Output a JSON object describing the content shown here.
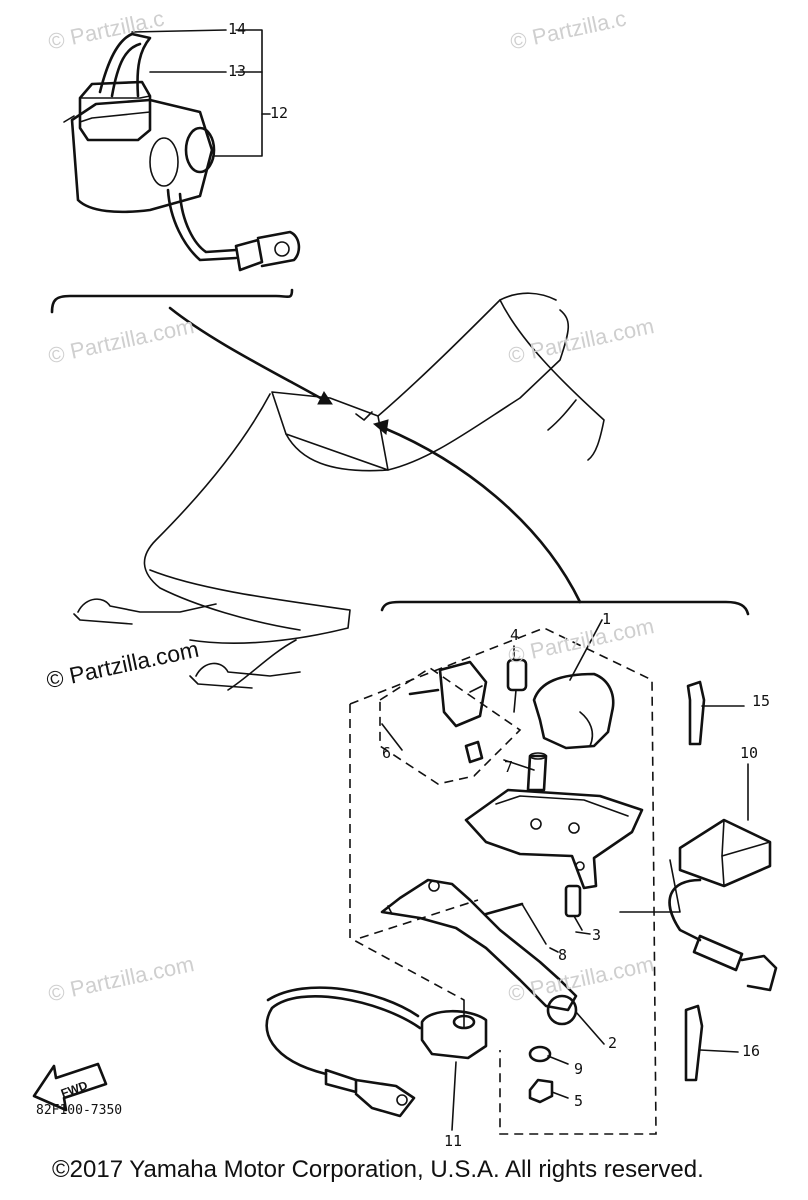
{
  "watermark": {
    "text": "© Partzilla.com",
    "text_short": "© Partzilla.c"
  },
  "callouts": [
    "1",
    "2",
    "3",
    "4",
    "5",
    "6",
    "7",
    "8",
    "9",
    "10",
    "11",
    "12",
    "13",
    "14",
    "15",
    "16"
  ],
  "direction_arrow": {
    "label": "FWD"
  },
  "diagram_code": "82F100-7350",
  "copyright": "©2017 Yamaha Motor Corporation, U.S.A. All rights reserved."
}
